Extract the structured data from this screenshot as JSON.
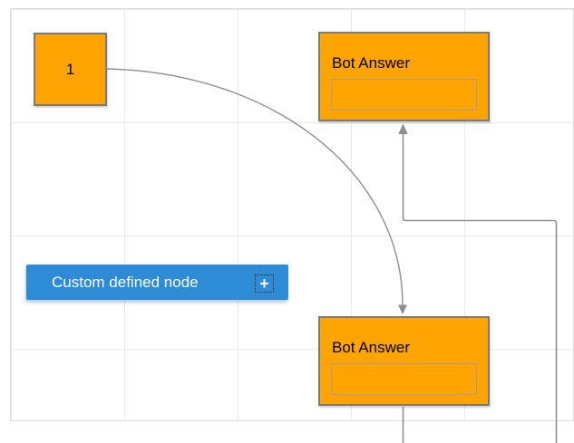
{
  "diagram": {
    "nodes": {
      "source": {
        "label": "1",
        "fill": "#FFA400"
      },
      "bot_answer_top": {
        "label": "Bot Answer",
        "fill": "#FFA400",
        "text_field_value": ""
      },
      "bot_answer_bottom": {
        "label": "Bot Answer",
        "fill": "#FFA400",
        "text_field_value": ""
      },
      "custom": {
        "label": "Custom defined node",
        "fill": "#2E8BD6",
        "add_button_glyph": "+"
      }
    },
    "connectors": {
      "bezier": {
        "from": "source",
        "to": "bot_answer_bottom",
        "style": "curve-with-arrow"
      },
      "elbow": {
        "to": "bot_answer_top",
        "style": "orthogonal-with-arrow"
      },
      "stub": {
        "from": "bot_answer_bottom",
        "style": "straight"
      }
    },
    "colors": {
      "node_orange": "#FFA400",
      "node_blue": "#2E8BD6",
      "node_border": "#7a7a7a",
      "connector": "#8e8e8e",
      "grid_line": "#eaeaea",
      "canvas_border": "#dcdcdc"
    }
  }
}
